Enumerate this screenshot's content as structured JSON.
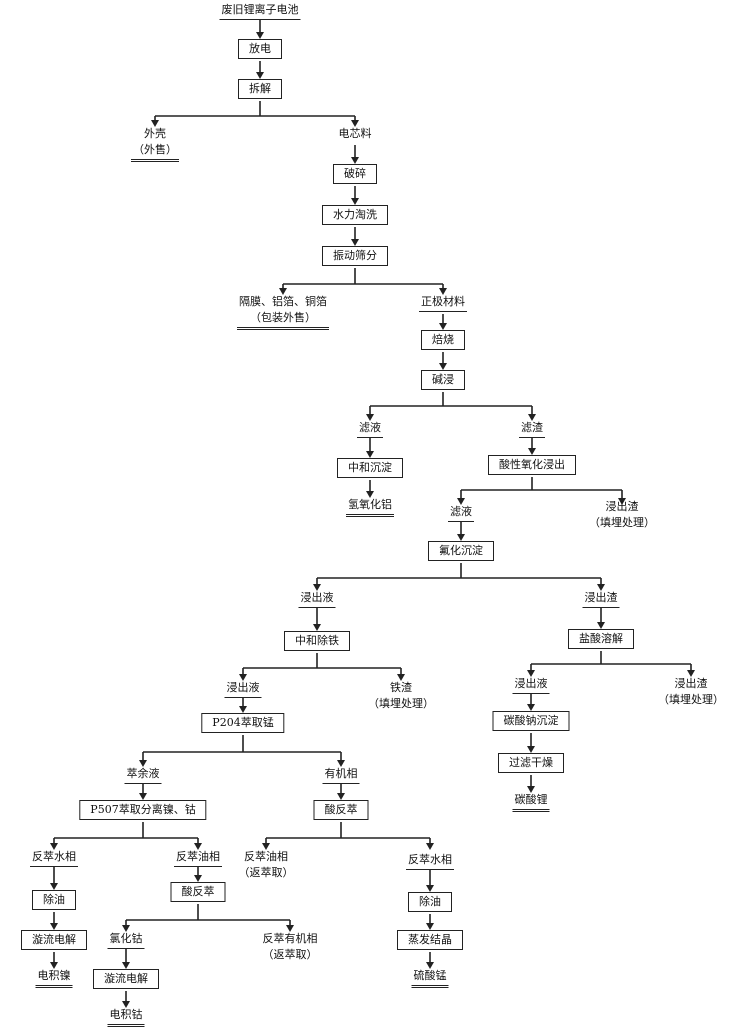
{
  "nodes": {
    "n0": {
      "text": "废旧锂离子电池"
    },
    "n1": {
      "text": "放电"
    },
    "n2": {
      "text": "拆解"
    },
    "n3": {
      "text": "外壳",
      "sub": "（外售）"
    },
    "n4": {
      "text": "电芯料"
    },
    "n5": {
      "text": "破碎"
    },
    "n6": {
      "text": "水力淘洗"
    },
    "n7": {
      "text": "振动筛分"
    },
    "n8": {
      "text": "隔膜、铝箔、铜箔",
      "sub": "（包装外售）"
    },
    "n9": {
      "text": "正极材料"
    },
    "n10": {
      "text": "焙烧"
    },
    "n11": {
      "text": "碱浸"
    },
    "n12": {
      "text": "滤液"
    },
    "n13": {
      "text": "滤渣"
    },
    "n14": {
      "text": "中和沉淀"
    },
    "n15": {
      "text": "酸性氧化浸出"
    },
    "n16": {
      "text": "氢氧化铝"
    },
    "n17": {
      "text": "滤液"
    },
    "n18": {
      "text": "浸出渣",
      "sub": "（填埋处理）"
    },
    "n19": {
      "text": "氟化沉淀"
    },
    "n20": {
      "text": "浸出液"
    },
    "n21": {
      "text": "浸出渣"
    },
    "n22": {
      "text": "中和除铁"
    },
    "n23": {
      "text": "盐酸溶解"
    },
    "n24": {
      "text": "浸出液"
    },
    "n25": {
      "text": "铁渣",
      "sub": "（填埋处理）"
    },
    "n26": {
      "text": "浸出液"
    },
    "n27": {
      "text": "浸出渣",
      "sub": "（填埋处理）"
    },
    "n28": {
      "text": "P204萃取锰"
    },
    "n29": {
      "text": "碳酸钠沉淀"
    },
    "n30": {
      "text": "过滤干燥"
    },
    "n31": {
      "text": "碳酸锂"
    },
    "n32": {
      "text": "萃余液"
    },
    "n33": {
      "text": "有机相"
    },
    "n34": {
      "text": "P507萃取分离镍、钴"
    },
    "n35": {
      "text": "酸反萃"
    },
    "n36": {
      "text": "反萃水相"
    },
    "n37": {
      "text": "反萃油相"
    },
    "n38": {
      "text": "反萃油相",
      "sub": "（返萃取）"
    },
    "n39": {
      "text": "反萃水相"
    },
    "n40": {
      "text": "除油"
    },
    "n41": {
      "text": "酸反萃"
    },
    "n42": {
      "text": "除油"
    },
    "n43": {
      "text": "漩流电解"
    },
    "n44": {
      "text": "氯化钴"
    },
    "n45": {
      "text": "反萃有机相",
      "sub": "（返萃取）"
    },
    "n46": {
      "text": "蒸发结晶"
    },
    "n47": {
      "text": "电积镍"
    },
    "n48": {
      "text": "漩流电解"
    },
    "n49": {
      "text": "硫酸锰"
    },
    "n50": {
      "text": "电积钴"
    }
  }
}
